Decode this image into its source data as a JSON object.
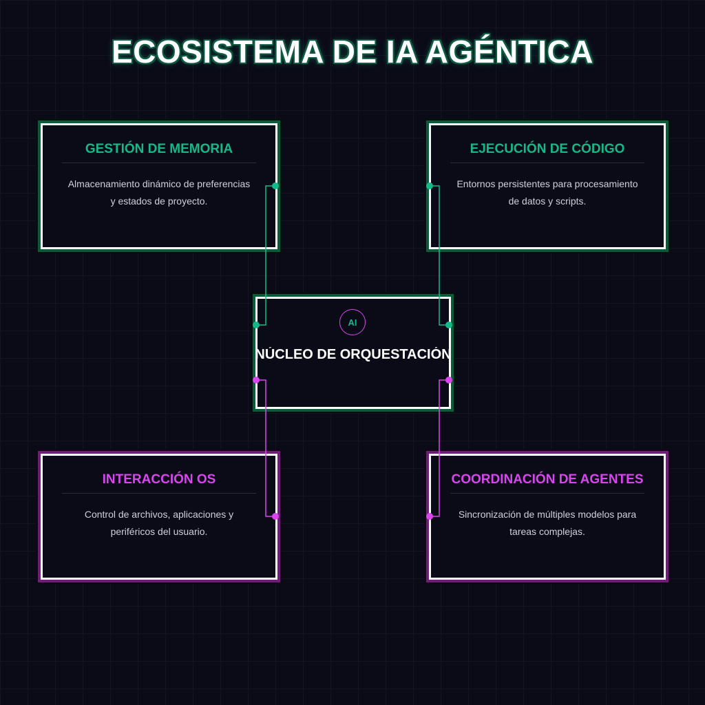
{
  "title": "ECOSISTEMA DE IA AGÉNTICA",
  "core": {
    "badge": "AI",
    "title": "NÚCLEO DE ORQUESTACIÓN"
  },
  "modules": [
    {
      "title": "GESTIÓN DE MEMORIA",
      "desc_lines": [
        "Almacenamiento dinámico de preferencias",
        "y estados de proyecto."
      ]
    },
    {
      "title": "EJECUCIÓN DE CÓDIGO",
      "desc_lines": [
        "Entornos persistentes para procesamiento",
        "de datos y scripts."
      ]
    },
    {
      "title": "INTERACCIÓN OS",
      "desc_lines": [
        "Control de archivos, aplicaciones y",
        "periféricos del usuario."
      ]
    },
    {
      "title": "COORDINACIÓN DE AGENTES",
      "desc_lines": [
        "Sincronización de múltiples modelos para",
        "tareas complejas."
      ]
    }
  ],
  "colors": {
    "background": "#0b0b18",
    "green_accent": "#14b98a",
    "pink_accent": "#d946ef",
    "card_border": "#ffffff"
  }
}
